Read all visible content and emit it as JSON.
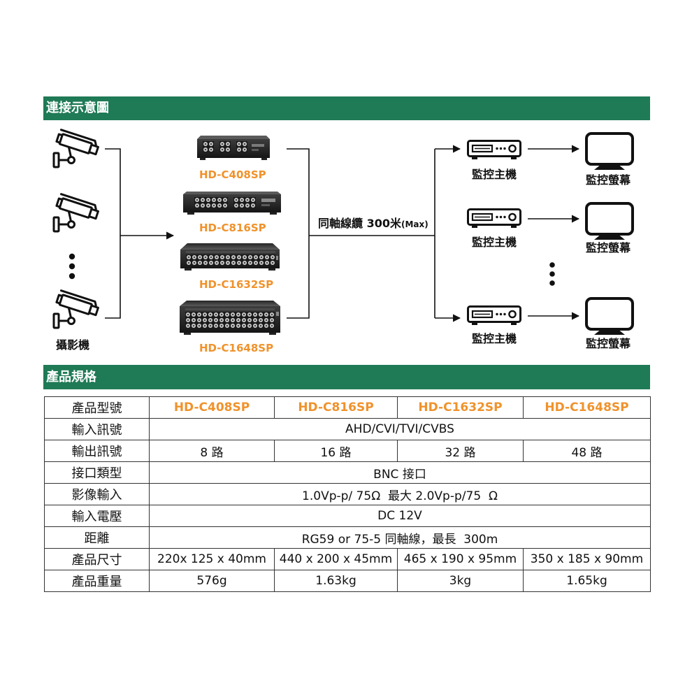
{
  "diagram": {
    "title": "連接示意圖",
    "camera_label": "攝影機",
    "devices": [
      {
        "model": "HD-C408SP"
      },
      {
        "model": "HD-C816SP"
      },
      {
        "model": "HD-C1632SP"
      },
      {
        "model": "HD-C1648SP"
      }
    ],
    "cable_label": "同軸線纜 300米",
    "cable_label_suffix": "(Max)",
    "dvrs": [
      {
        "label": "監控主機"
      },
      {
        "label": "監控主機"
      },
      {
        "label": "監控主機"
      }
    ],
    "monitors": [
      {
        "label": "監控螢幕"
      },
      {
        "label": "監控螢幕"
      },
      {
        "label": "監控螢幕"
      }
    ]
  },
  "spec_table": {
    "title": "產品規格",
    "header": {
      "label": "產品型號",
      "models": [
        "HD-C408SP",
        "HD-C816SP",
        "HD-C1632SP",
        "HD-C1648SP"
      ]
    },
    "rows": [
      {
        "label": "輸入訊號",
        "value": "AHD/CVI/TVI/CVBS"
      },
      {
        "label": "輸出訊號",
        "cells": [
          "8 路",
          "16 路",
          "32 路",
          "48 路"
        ]
      },
      {
        "label": "接口類型",
        "value": "BNC 接口"
      },
      {
        "label": "影像輸入",
        "value": "1.0Vp-p/ 75Ω  最大 2.0Vp-p/75  Ω"
      },
      {
        "label": "輸入電壓",
        "value": "DC 12V"
      },
      {
        "label": "距離",
        "value": "RG59 or 75-5 同軸線，最長  300m"
      },
      {
        "label": "產品尺寸",
        "cells": [
          "220x 125 x 40mm",
          "440 x 200 x 45mm",
          "465 x 190 x 95mm",
          "350 x 185 x 90mm"
        ]
      },
      {
        "label": "產品重量",
        "cells": [
          "576g",
          "1.63kg",
          "3kg",
          "1.65kg"
        ]
      }
    ]
  },
  "icons": {
    "camera": "cctv-camera-icon",
    "distributor": "video-distributor-image",
    "dvr": "dvr-icon",
    "monitor": "monitor-icon",
    "more": "vertical-ellipsis-icon"
  },
  "colors": {
    "section_header_bg": "#1f7a56",
    "section_header_text": "#ffffff",
    "model_text": "#f0922b",
    "line": "#111111"
  }
}
